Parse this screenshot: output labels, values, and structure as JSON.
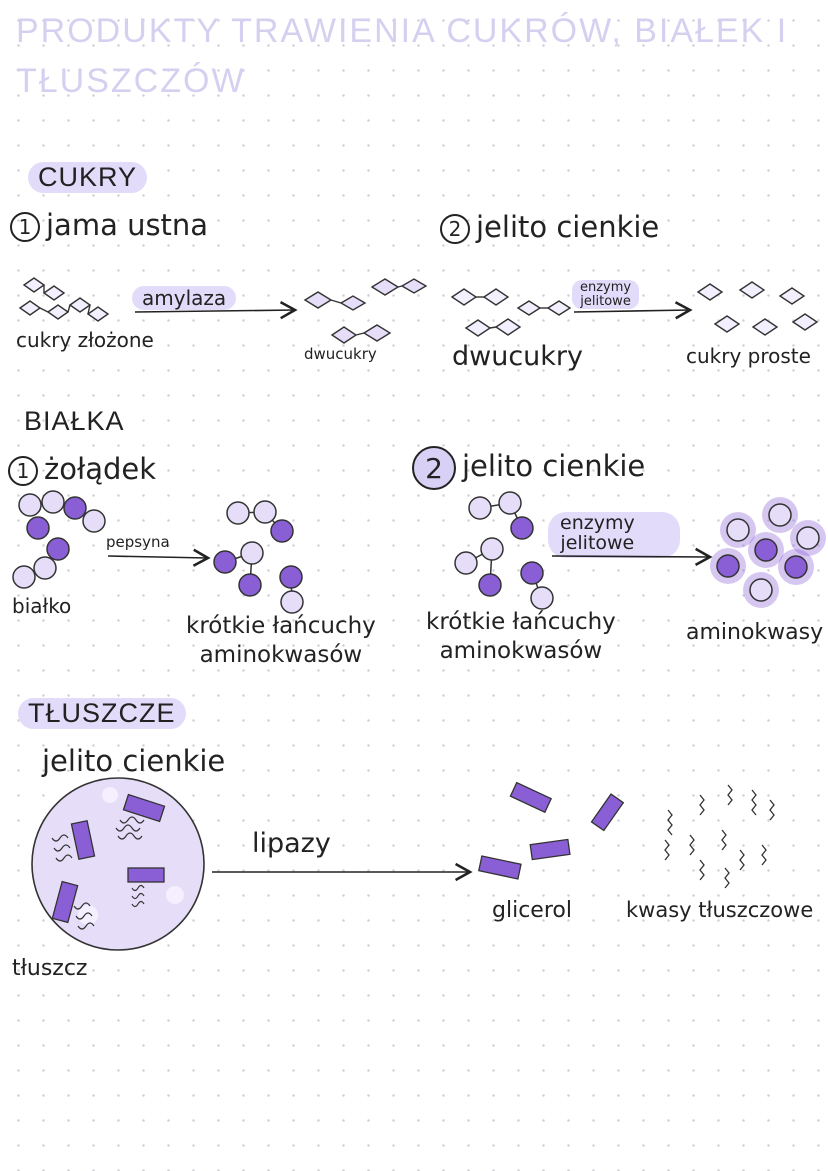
{
  "title": {
    "line1": "PRODUKTY TRAWIENIA CUKRÓW, BIAŁEK I",
    "line2": "TŁUSZCZÓW"
  },
  "sugars": {
    "heading": "CUKRY",
    "step1": {
      "number": "1",
      "place": "jama ustna"
    },
    "step2": {
      "number": "2",
      "place": "jelito cienkie"
    },
    "input_label": "cukry złożone",
    "enzyme1": "amylaza",
    "product1": "dwucukry",
    "input2_label": "dwucukry",
    "enzyme2_line1": "enzymy",
    "enzyme2_line2": "jelitowe",
    "product2": "cukry proste"
  },
  "proteins": {
    "heading": "BIAŁKA",
    "step1": {
      "number": "1",
      "place": "żołądek"
    },
    "step2": {
      "number": "2",
      "place": "jelito cienkie"
    },
    "input_label": "białko",
    "enzyme1": "pepsyna",
    "product1_line1": "krótkie łańcuchy",
    "product1_line2": "aminokwasów",
    "input2_line1": "krótkie łańcuchy",
    "input2_line2": "aminokwasów",
    "enzyme2_line1": "enzymy",
    "enzyme2_line2": "jelitowe",
    "product2": "aminokwasy"
  },
  "fats": {
    "heading": "TŁUSZCZE",
    "place": "jelito cienkie",
    "input_label": "tłuszcz",
    "enzyme": "lipazy",
    "product1": "glicerol",
    "product2": "kwasy tłuszczowe"
  },
  "colors": {
    "highlight": "#e2dbf9",
    "dark_purple": "#8a5fd6",
    "light_purple": "#d9d0f5",
    "title": "#d6d0f0"
  }
}
